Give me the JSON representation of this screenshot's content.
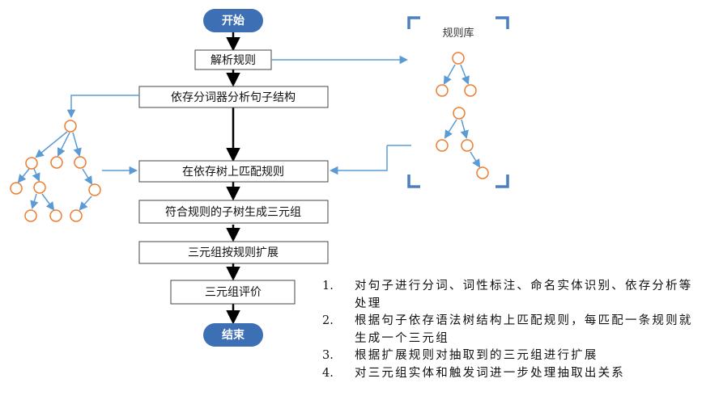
{
  "flow": {
    "start": "开始",
    "end": "结束",
    "steps": [
      "解析规则",
      "依存分词器分析句子结构",
      "在依存树上匹配规则",
      "符合规则的子树生成三元组",
      "三元组按规则扩展",
      "三元组评价"
    ]
  },
  "rule_library": {
    "label": "规则库"
  },
  "notes": [
    {
      "num": "1.",
      "text": "对句子进行分词、词性标注、命名实体识别、依存分析等处理"
    },
    {
      "num": "2.",
      "text": "根据句子依存语法树结构上匹配规则，每匹配一条规则就生成一个三元组"
    },
    {
      "num": "3.",
      "text": "根据扩展规则对抽取到的三元组进行扩展"
    },
    {
      "num": "4.",
      "text": "对三元组实体和触发词进一步处理抽取出关系"
    }
  ],
  "colors": {
    "pill": "#3d6fb4",
    "arrow_blue": "#5b9bd5",
    "node_stroke": "#ed7d31",
    "bracket": "#4a7fc1"
  }
}
